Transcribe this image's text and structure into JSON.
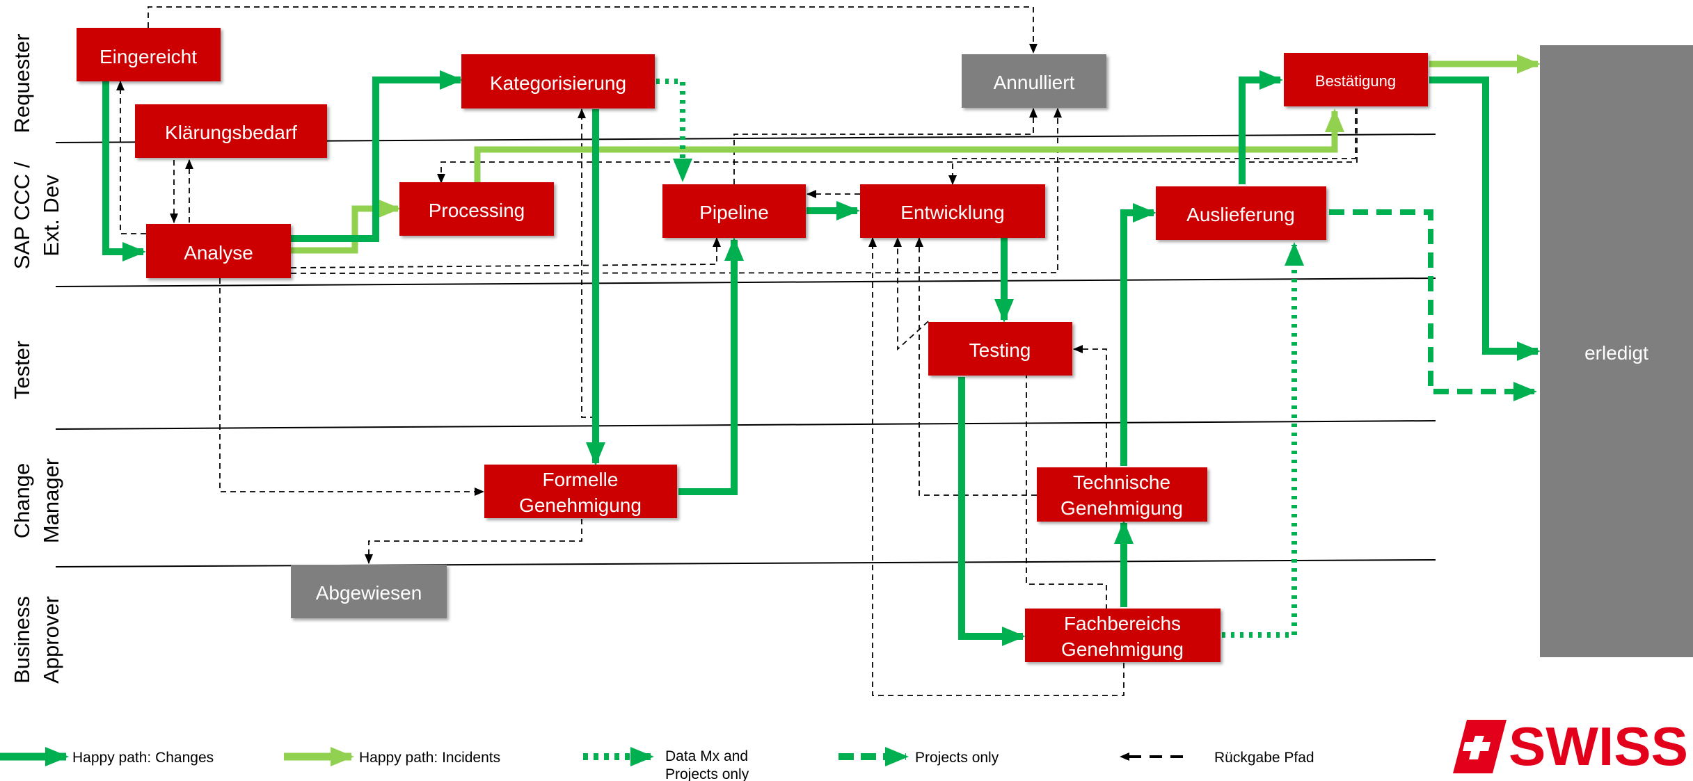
{
  "lanes": [
    "Requester",
    "SAP CCC /",
    "Ext. Dev",
    "Tester",
    "Change",
    "Manager",
    "Business",
    "Approver"
  ],
  "states": {
    "eingereicht": "Eingereicht",
    "klaerungsbedarf": "Klärungsbedarf",
    "analyse": "Analyse",
    "kategorisierung": "Kategorisierung",
    "processing": "Processing",
    "pipeline": "Pipeline",
    "entwicklung": "Entwicklung",
    "annulliert": "Annulliert",
    "bestaetigung": "Bestätigung",
    "auslieferung": "Auslieferung",
    "testing": "Testing",
    "formelle_1": "Formelle",
    "formelle_2": "Genehmigung",
    "technische_1": "Technische",
    "technische_2": "Genehmigung",
    "fachbereichs_1": "Fachbereichs",
    "fachbereichs_2": "Genehmigung",
    "abgewiesen": "Abgewiesen",
    "erledigt": "erledigt"
  },
  "legend": {
    "changes": "Happy path: Changes",
    "incidents": "Happy path: Incidents",
    "data_mx_1": "Data Mx and",
    "data_mx_2": "Projects only",
    "projects": "Projects only",
    "rueckgabe": "Rückgabe Pfad"
  },
  "brand": "SWISS",
  "colors": {
    "state_red": "#cc0000",
    "state_grey": "#7f7f7f",
    "changes_green": "#00b050",
    "incidents_green": "#92d050",
    "brand_red": "#e2001a"
  }
}
